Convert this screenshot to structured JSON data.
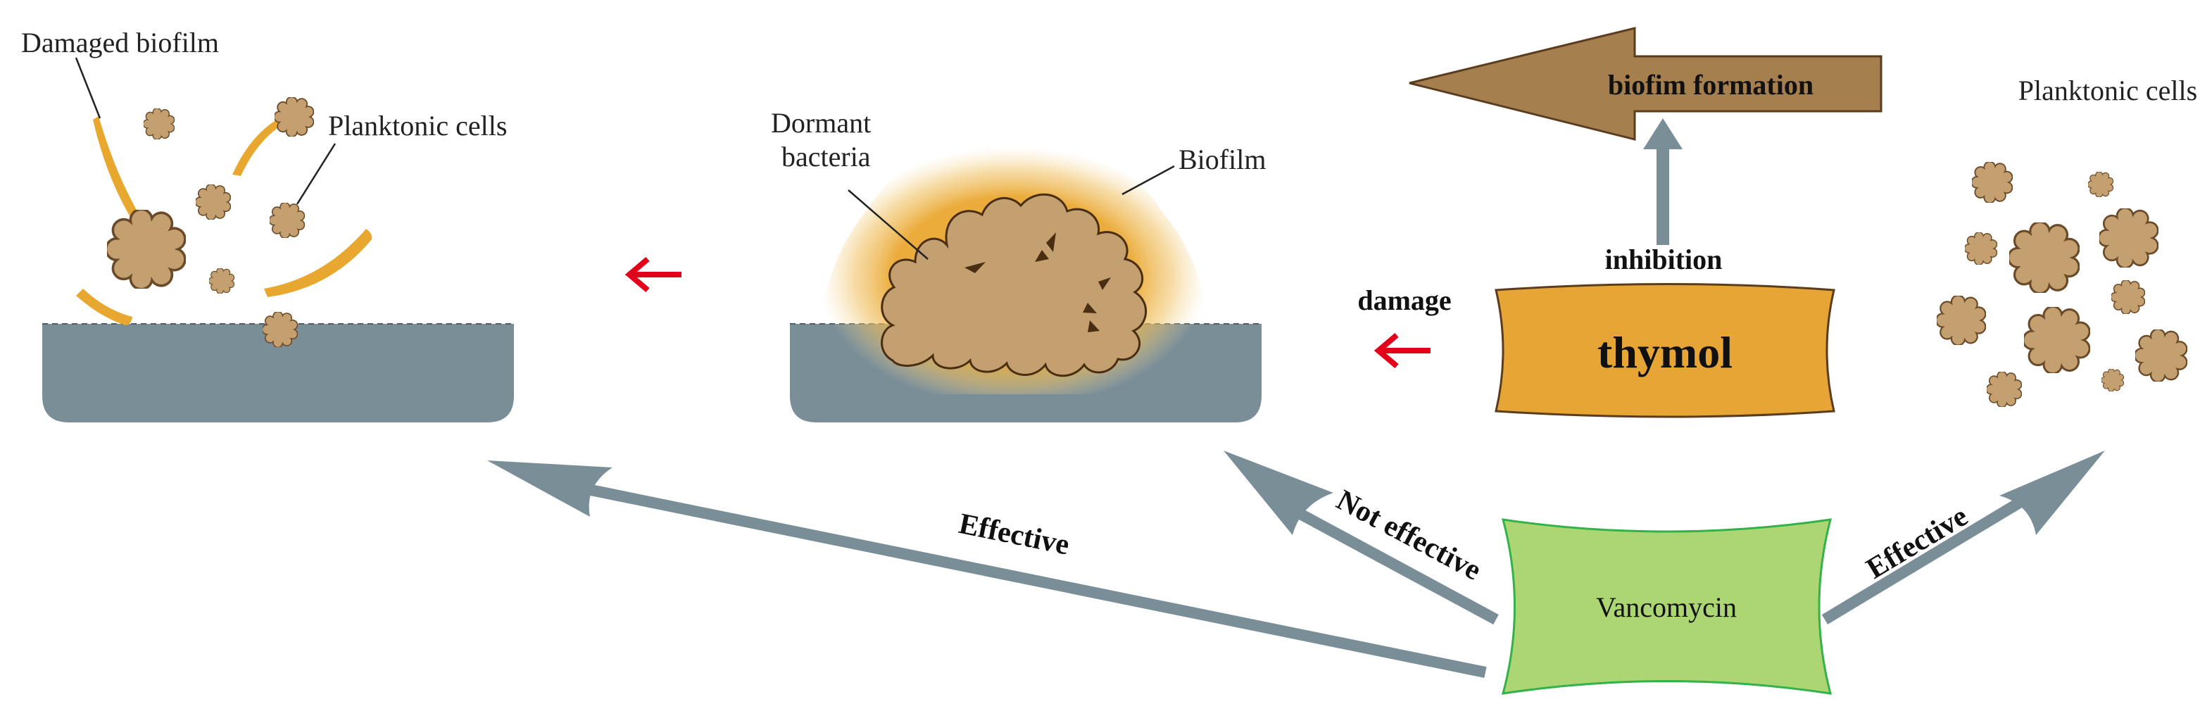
{
  "labels": {
    "damaged_biofilm": "Damaged biofilm",
    "planktonic_cells_left": "Planktonic cells",
    "dormant_line1": "Dormant",
    "dormant_line2": "bacteria",
    "biofilm": "Biofilm",
    "biofilm_formation": "biofim formation",
    "planktonic_cells_right": "Planktonic cells",
    "inhibition": "inhibition",
    "damage": "damage",
    "thymol": "thymol",
    "vancomycin": "Vancomycin",
    "effective_left": "Effective",
    "not_effective": "Not effective",
    "effective_right": "Effective"
  },
  "colors": {
    "surface": "#7a8e98",
    "arrow_steel": "#7a8e98",
    "cell_fill": "#c4a070",
    "cell_stroke": "#6b4a28",
    "biofilm_orange": "#e8a830",
    "thymol_fill": "#e6a535",
    "formation_arrow": "#a57f4e",
    "vancomycin_fill": "#acd673",
    "vancomycin_stroke": "#33b24a",
    "red_arrow": "#e3001b"
  }
}
